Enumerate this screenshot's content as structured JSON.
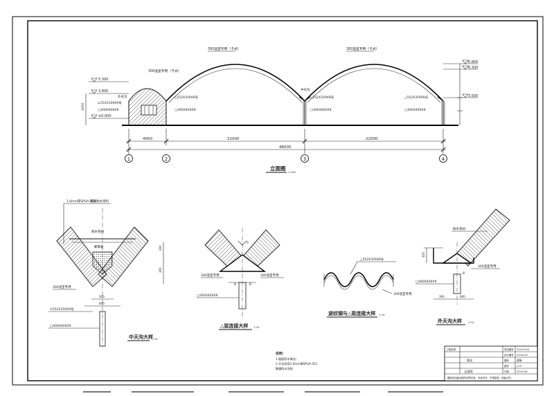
{
  "elevation": {
    "title": "立面图",
    "scale": "1:100",
    "levels": {
      "left_top": "5.300",
      "left_mid": "3.800",
      "ground": "±0.000",
      "right_top": "6.800",
      "right_mid": "6.300",
      "right_low": "3.500"
    },
    "arch_labels": {
      "small": "300温室专用（卡式）",
      "big1": "300温室专用（卡式）",
      "big2": "300温室专用（卡式）"
    },
    "notes": {
      "left_gutter": "外天沟",
      "left_truss": "∠552X359X9号",
      "left_col": "□400X400X9",
      "beam1": "△552X359X9号",
      "col2": "□400X400X9",
      "gutter3": "中天沟",
      "beam3": "△552X359X9号",
      "col3": "□400X400X9",
      "beam4": "△552X359X9号",
      "col4": "□400X400X9",
      "height_label": "3000"
    },
    "dims": [
      "4000",
      "22000",
      "22000"
    ],
    "total": "48000",
    "axes": [
      "1",
      "2",
      "3",
      "4"
    ]
  },
  "details": {
    "d1": {
      "title": "中天沟大样",
      "scale": "1:10",
      "top_note": "1.0mm厚SPUA-351",
      "top_note2": "聚脲防水涂料",
      "note_a": "防水卷材",
      "note_b": "聚苯板",
      "side_note": "300温室专用",
      "steel": "∅552X359X9号",
      "col": "□400X400X9",
      "dim_v1": "300",
      "dim_v2": "300",
      "dim_h1": "300",
      "dim_h2": "600"
    },
    "d2": {
      "title": "△梁连接大样",
      "scale": "1:10",
      "left_note": "300温室专用",
      "right_note": "300温室专用",
      "mark_top": "5",
      "mark_l": "8",
      "mark_r": "8",
      "col": "□400X400X9"
    },
    "d3": {
      "title": "波纹钢与△梁连接大样",
      "scale": "1:10",
      "beam": "△552X359X9号",
      "note": "300温室专用"
    },
    "d4": {
      "title": "外天沟大样",
      "scale": "1:10",
      "top_note": "防水卷材",
      "side_note": "300温室专用",
      "col": "□400X400X9",
      "dim_v": "300",
      "dim_h1": "300",
      "dim_h2": "600",
      "mark": "8"
    }
  },
  "notes": {
    "heading": "说明：",
    "lines": [
      "1.屋面防水做法：",
      "2.天沟采用1.0mm厚SPUA-351",
      "   聚脲防水涂料"
    ]
  },
  "title_block": {
    "rows": [
      [
        "工程名称",
        "",
        "项目编号",
        "2019-052"
      ],
      [
        "",
        "",
        "设计编号",
        "2019-04"
      ],
      [
        "",
        "图名",
        "图别",
        "建施"
      ],
      [
        "",
        "",
        "图号",
        "J-03"
      ],
      [
        "",
        "立面图",
        "日期",
        "2019.04"
      ]
    ],
    "footer": "图纸未加盖出图专用章无效，未经许可，不得复制，违者必究。"
  },
  "colors": {
    "ink": "#111111",
    "paper": "#ffffff",
    "hatch_dark": "#555555"
  }
}
